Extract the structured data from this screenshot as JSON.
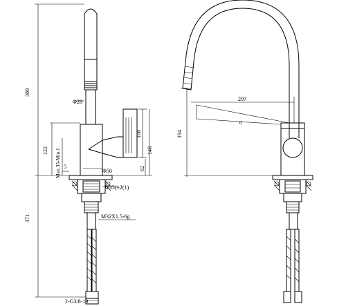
{
  "diagram": {
    "type": "technical-drawing",
    "left_view": {
      "dimensions": {
        "total_height": "380",
        "spout_diameter": "Φ28",
        "body_height": "122",
        "mount_range": "Max.35-Min.1",
        "base_gap": "5",
        "body_diameter": "Φ50",
        "hole_diameter": "Φ35(±2(1)",
        "handle_height": "108",
        "handle_offset": "148",
        "handle_base": "62",
        "thread": "M32X1.5-6g",
        "hose_length": "171",
        "hose_connector": "2-G3/8-19"
      }
    },
    "right_view": {
      "dimensions": {
        "spout_reach": "207",
        "spout_height": "194",
        "angle_mark": "0"
      }
    }
  }
}
